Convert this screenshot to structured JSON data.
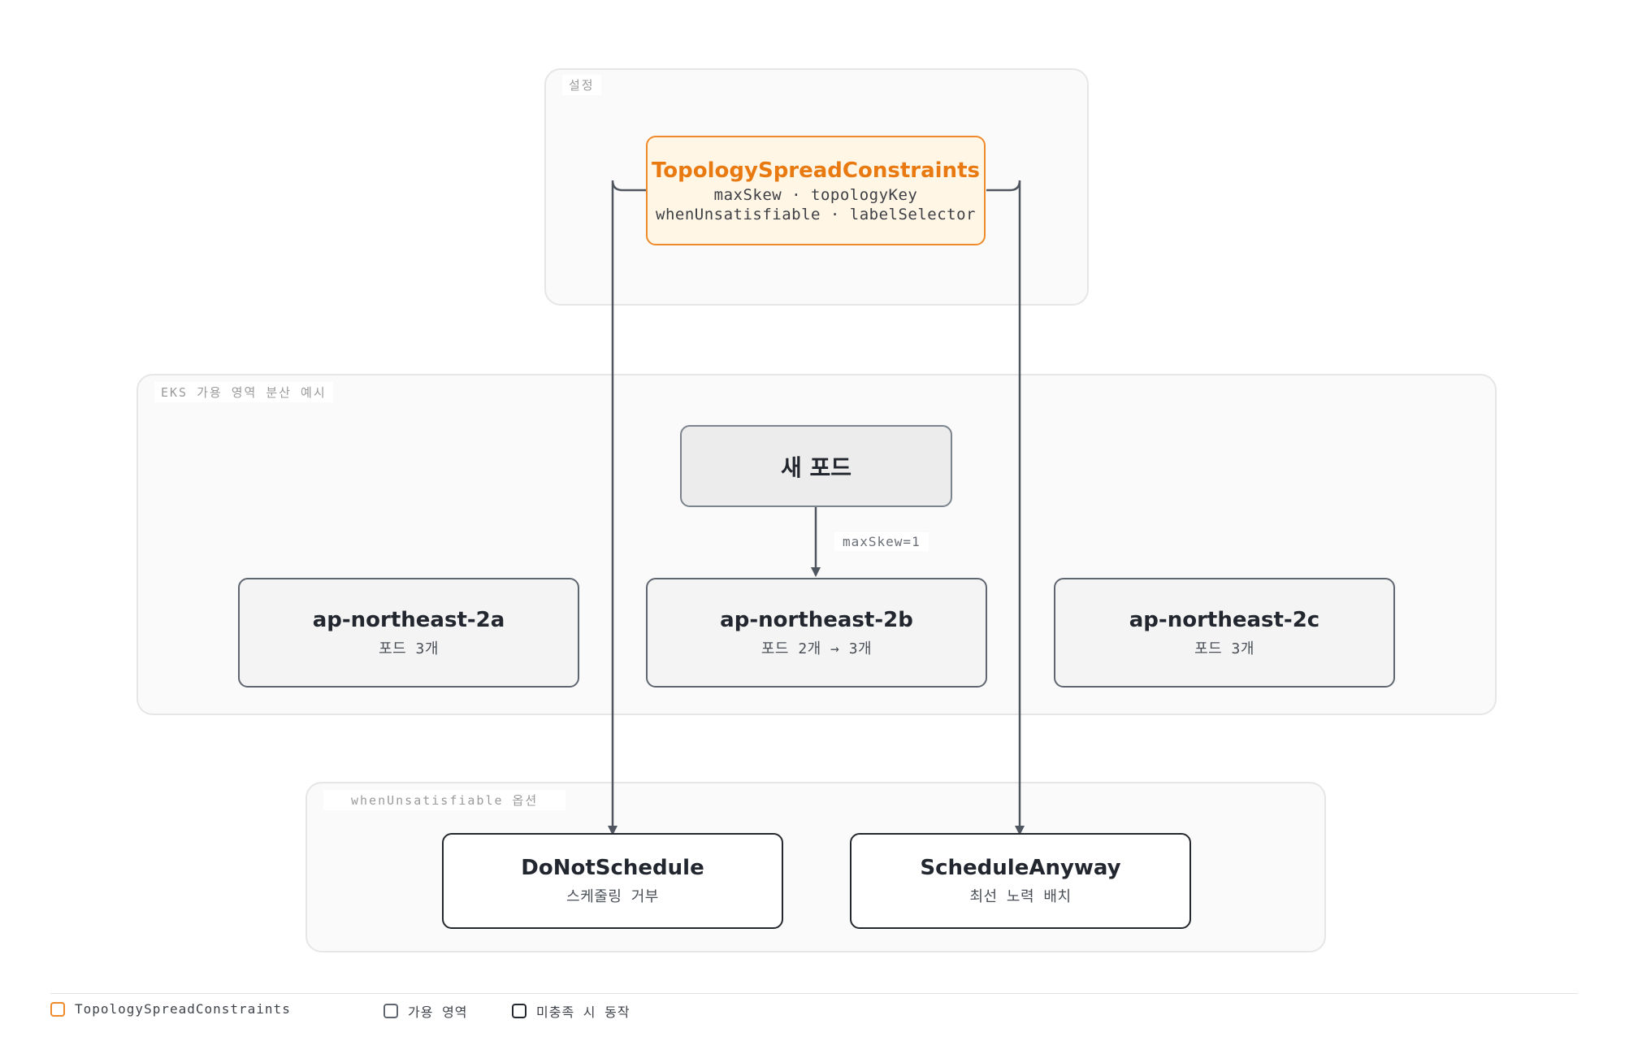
{
  "groups": {
    "config": {
      "label": "설정"
    },
    "zones": {
      "label": "EKS 가용 영역 분산 예시"
    },
    "options": {
      "label": "whenUnsatisfiable 옵션"
    }
  },
  "nodes": {
    "tsc": {
      "title": "TopologySpreadConstraints",
      "line1": "maxSkew · topologyKey",
      "line2": "whenUnsatisfiable · labelSelector"
    },
    "new_pod": {
      "title": "새 포드"
    },
    "zone_a": {
      "title": "ap-northeast-2a",
      "sub": "포드 3개"
    },
    "zone_b": {
      "title": "ap-northeast-2b",
      "sub": "포드 2개 → 3개"
    },
    "zone_c": {
      "title": "ap-northeast-2c",
      "sub": "포드 3개"
    },
    "do_not_schedule": {
      "title": "DoNotSchedule",
      "sub": "스케줄링 거부"
    },
    "schedule_anyway": {
      "title": "ScheduleAnyway",
      "sub": "최선 노력 배치"
    }
  },
  "edges": {
    "new_pod_to_zone_b": {
      "label": "maxSkew=1"
    }
  },
  "legend": [
    {
      "label": "TopologySpreadConstraints",
      "color": "#ef8a2a"
    },
    {
      "label": "가용 영역",
      "color": "#5f6670"
    },
    {
      "label": "미충족 시 동작",
      "color": "#24272d"
    }
  ],
  "colors": {
    "accent": "#ef8a2a",
    "config_fill": "#fff6e6",
    "zone_border": "#5f6670",
    "option_border": "#24272d",
    "edge": "#4f565f"
  }
}
